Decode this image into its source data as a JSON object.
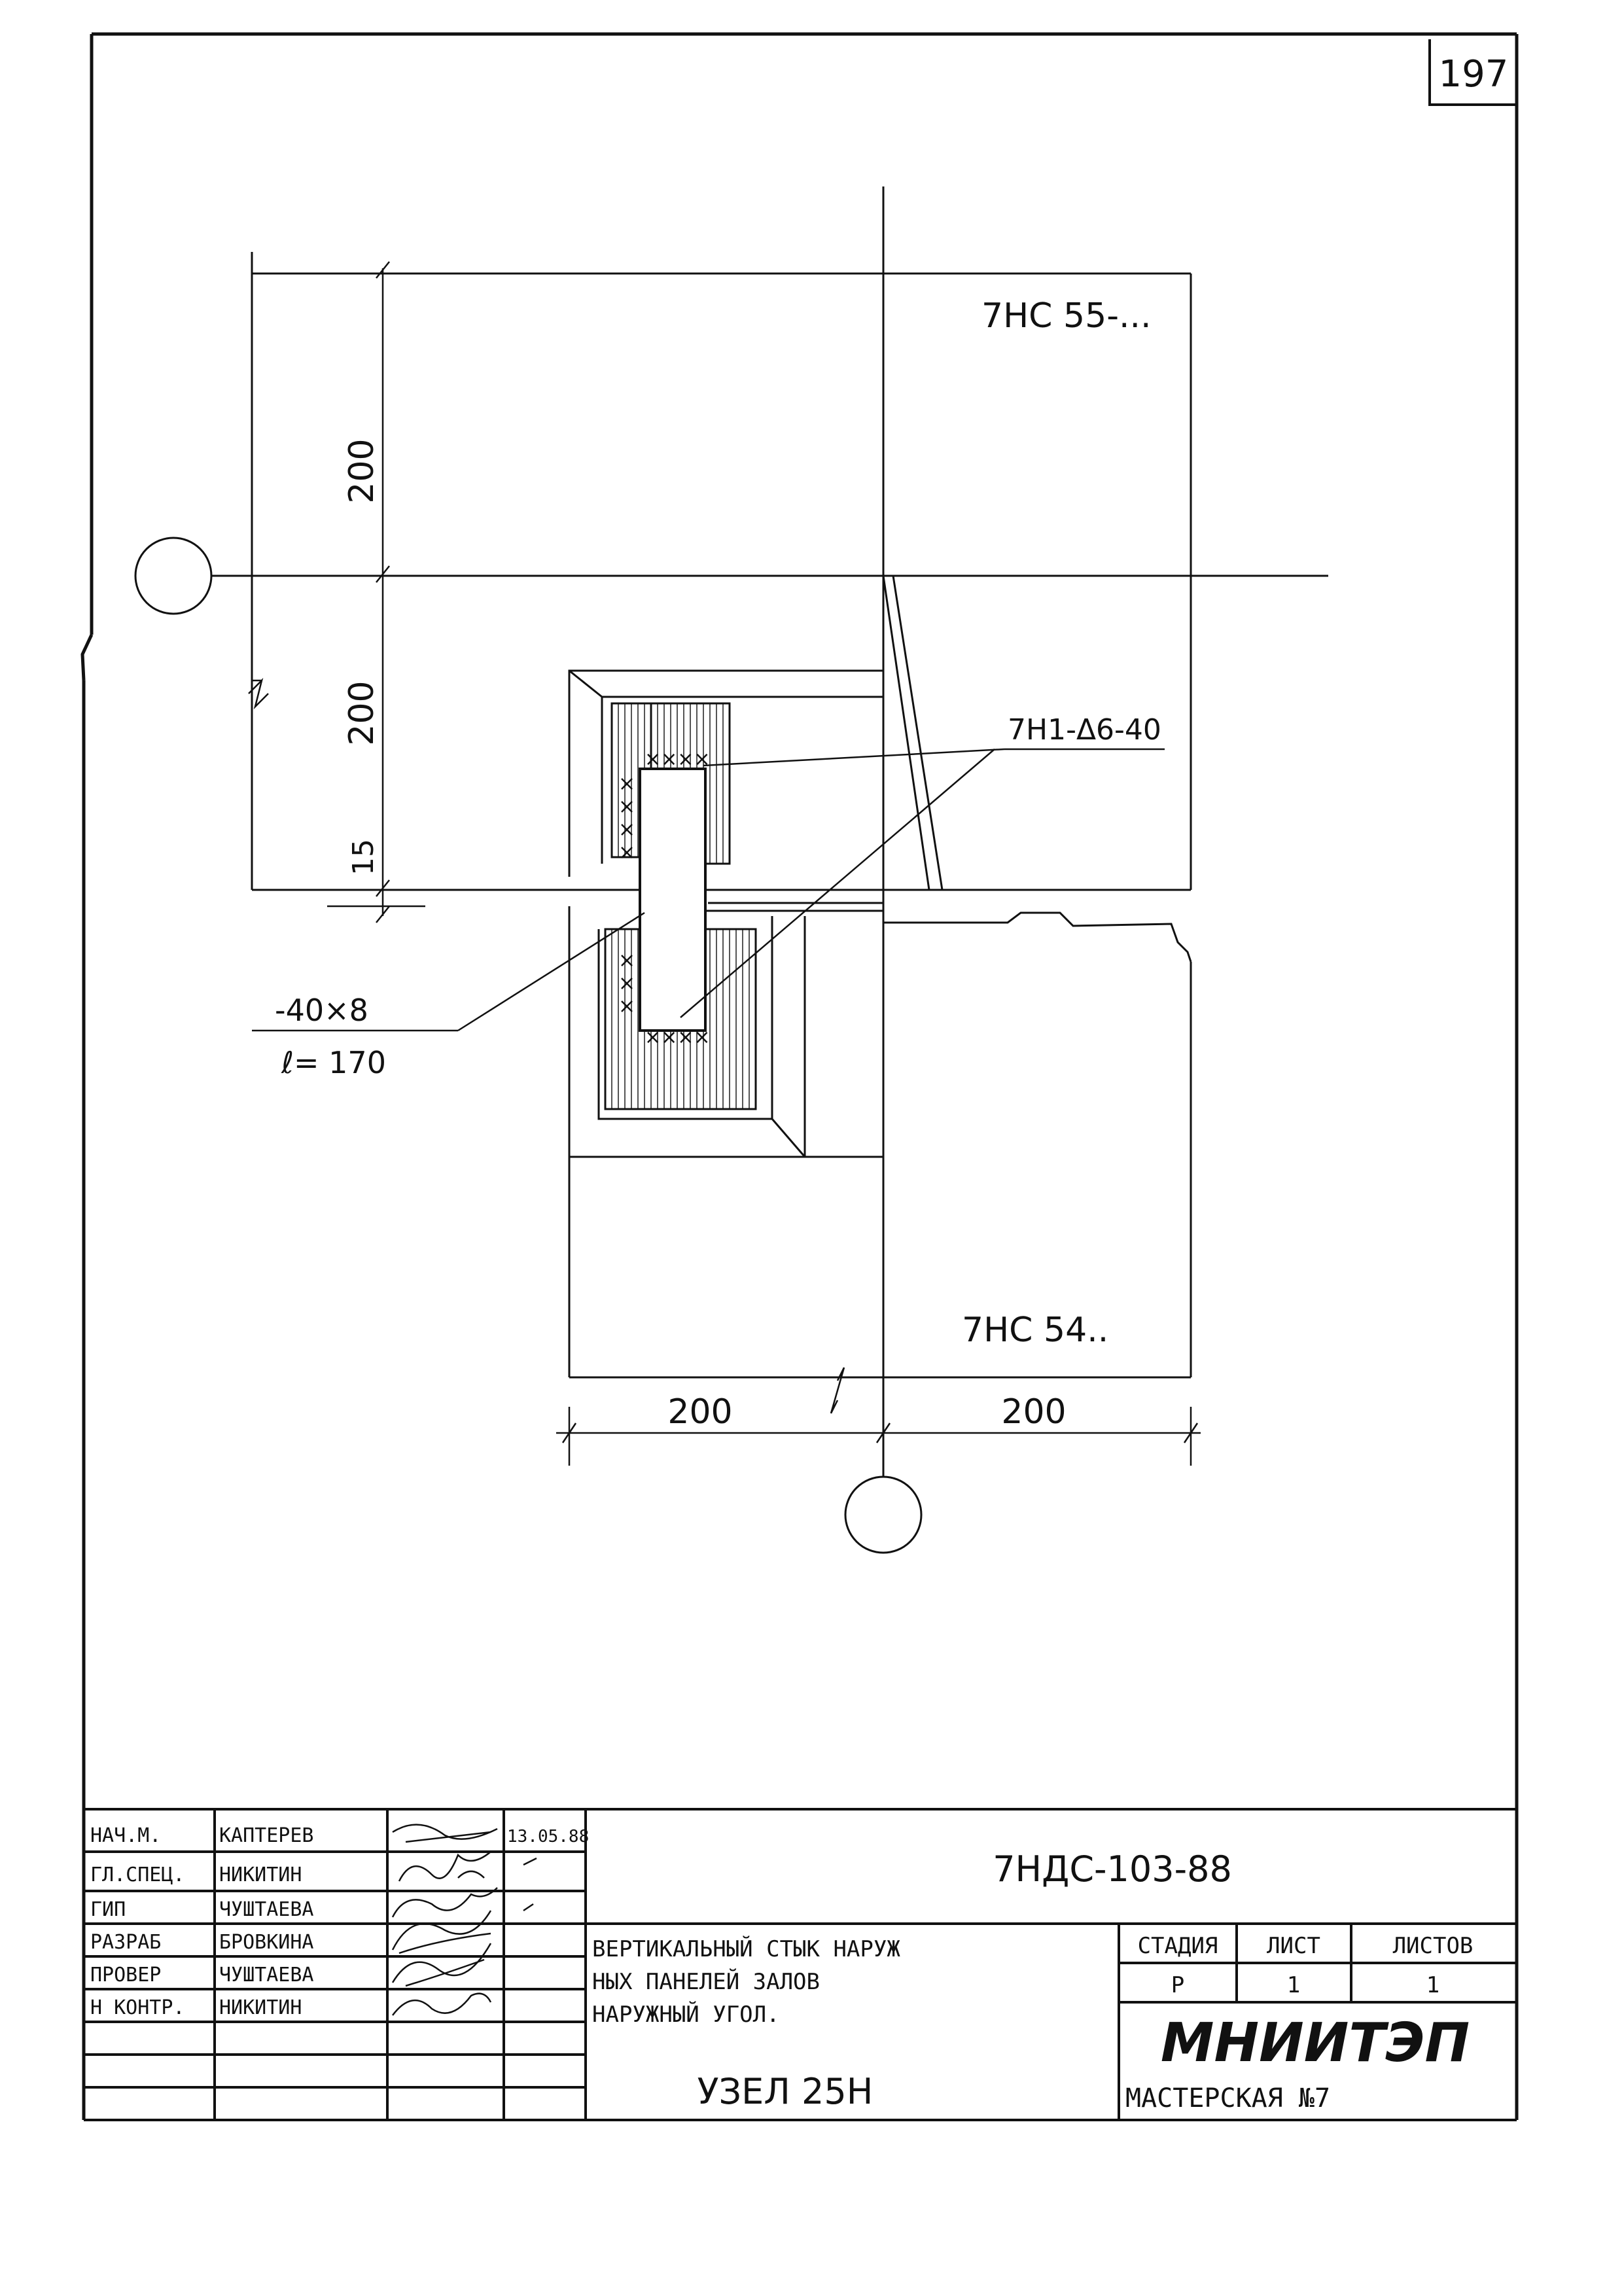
{
  "sheet_number": "197",
  "drawing": {
    "panel_top": "7НС 55-...",
    "panel_bottom": "7НС 54..",
    "dim_upper": "200",
    "dim_middle": "200",
    "dim_joint": "15",
    "dim_bottom_left": "200",
    "dim_bottom_right": "200",
    "callout_anchor": "7Н1-Δ6-40",
    "callout_plate": "-40×8",
    "callout_plate_length": "ℓ= 170",
    "weld_mark": "××××"
  },
  "title_block": {
    "rows": [
      {
        "role": "НАЧ.М.",
        "name": "КАПТЕРЕВ",
        "date": "13.05.88"
      },
      {
        "role": "ГЛ.СПЕЦ.",
        "name": "НИКИТИН",
        "date": ""
      },
      {
        "role": "ГИП",
        "name": "ЧУШТАЕВА",
        "date": ""
      },
      {
        "role": "РАЗРАБ",
        "name": "БРОВКИНА",
        "date": ""
      },
      {
        "role": "ПРОВЕР",
        "name": "ЧУШТАЕВА",
        "date": ""
      },
      {
        "role": "Н КОНТР.",
        "name": "НИКИТИН",
        "date": ""
      }
    ],
    "document_code": "7НДС-103-88",
    "title_line1": "ВЕРТИКАЛЬНЫЙ СТЫК НАРУЖ",
    "title_line2": "НЫХ ПАНЕЛЕЙ ЗАЛОВ",
    "title_line3": "НАРУЖНЫЙ УГОЛ.",
    "node_title": "УЗЕЛ 25Н",
    "stage_header": "СТАДИЯ",
    "sheet_header": "ЛИСТ",
    "sheets_header": "ЛИСТОВ",
    "stage_value": "Р",
    "sheet_value": "1",
    "sheets_value": "1",
    "organization": "МНИИТЭП",
    "workshop": "МАСТЕРСКАЯ №7"
  }
}
